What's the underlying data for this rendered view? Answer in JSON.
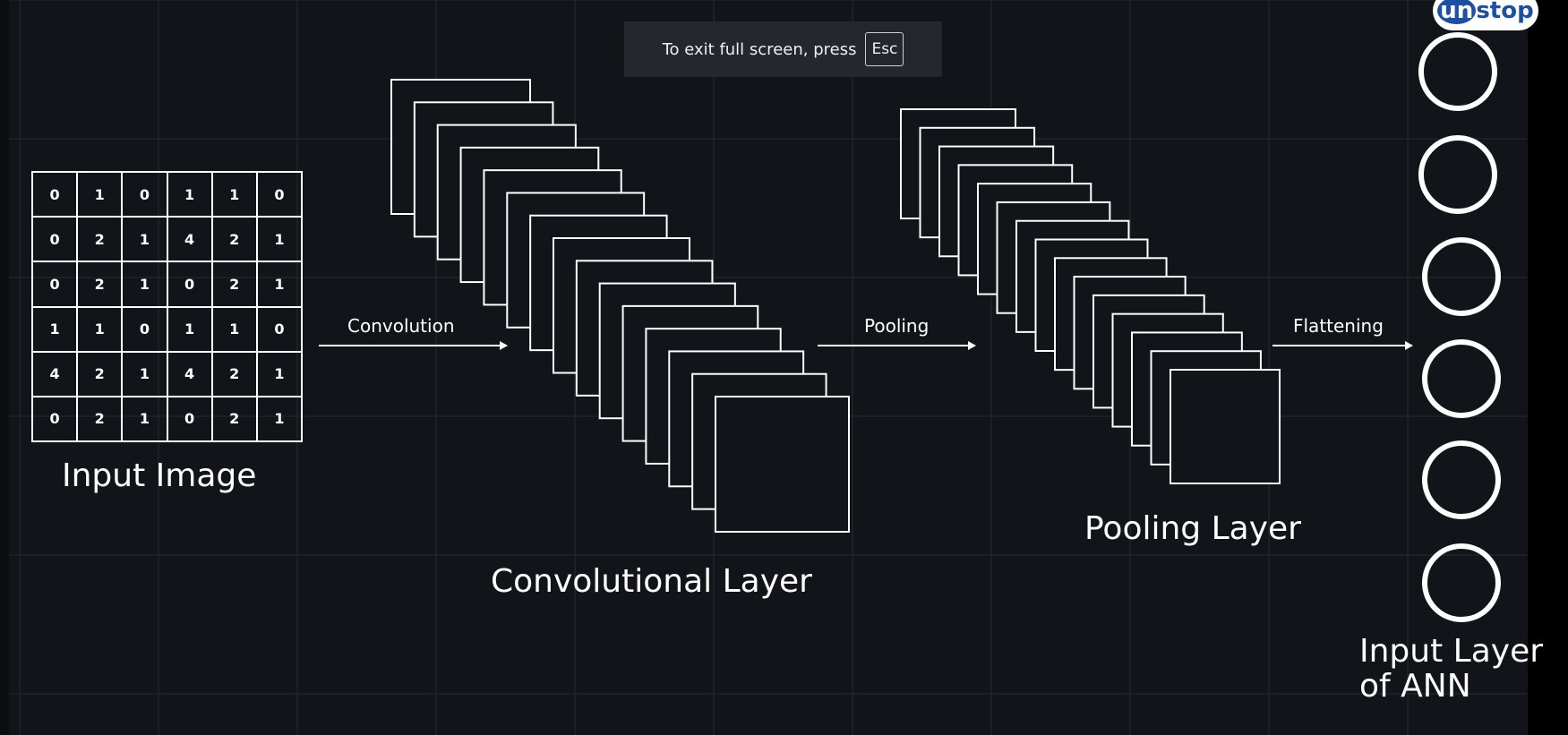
{
  "toast": {
    "text": "To exit full screen, press",
    "key": "Esc"
  },
  "logo": {
    "prefix": "un",
    "suffix": "stop"
  },
  "input_image": {
    "label": "Input Image",
    "matrix": [
      [
        "0",
        "1",
        "0",
        "1",
        "1",
        "0"
      ],
      [
        "0",
        "2",
        "1",
        "4",
        "2",
        "1"
      ],
      [
        "0",
        "2",
        "1",
        "0",
        "2",
        "1"
      ],
      [
        "1",
        "1",
        "0",
        "1",
        "1",
        "0"
      ],
      [
        "4",
        "2",
        "1",
        "4",
        "2",
        "1"
      ],
      [
        "0",
        "2",
        "1",
        "0",
        "2",
        "1"
      ]
    ]
  },
  "arrows": {
    "convolution": "Convolution",
    "pooling": "Pooling",
    "flattening": "Flattening"
  },
  "layers": {
    "convolutional": "Convolutional Layer",
    "pooling": "Pooling Layer",
    "ann_line1": "Input Layer",
    "ann_line2": "of ANN"
  },
  "counts": {
    "conv_maps": 15,
    "pool_maps": 15,
    "ann_neurons": 6
  },
  "colors": {
    "background": "#111419",
    "line": "#ffffff",
    "toast_bg": "#24272d",
    "logo_blue": "#1f4fa0"
  }
}
